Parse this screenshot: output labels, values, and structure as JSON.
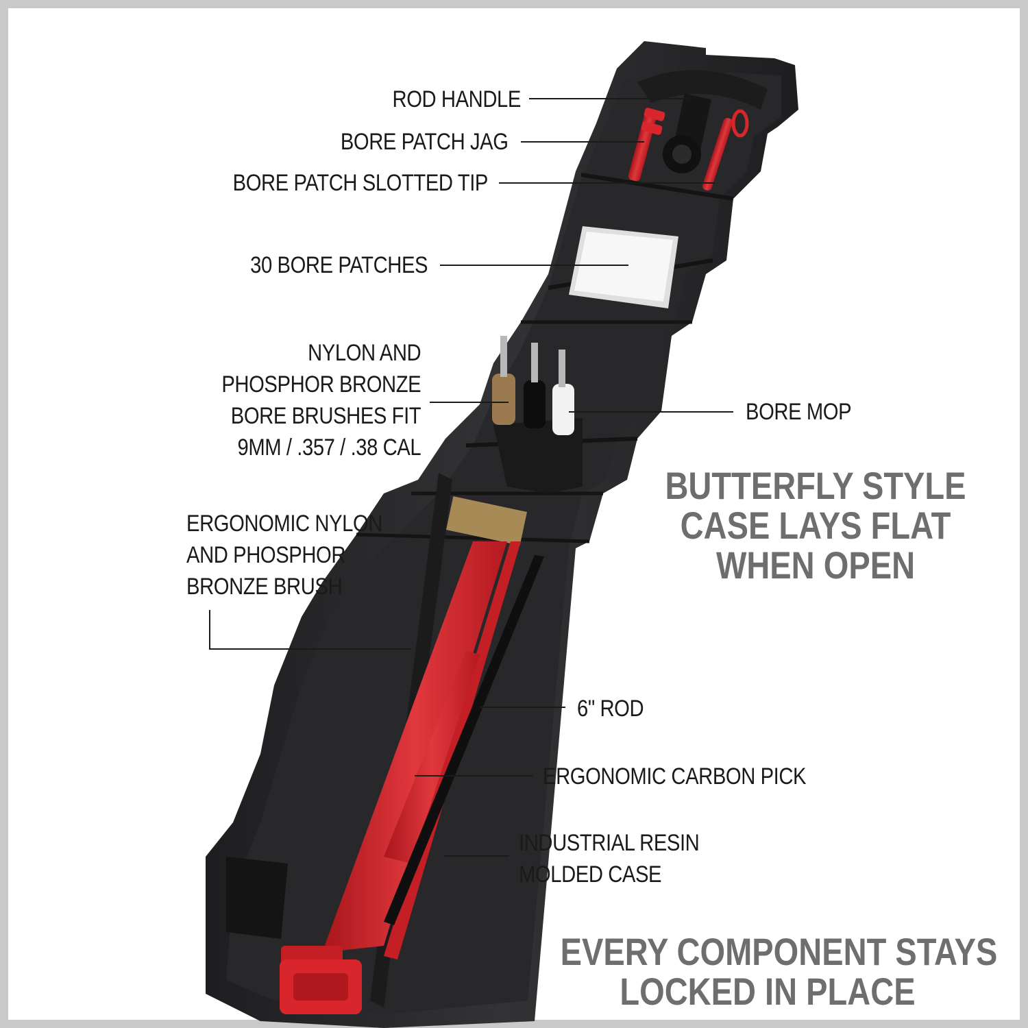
{
  "callouts": {
    "rod_handle": "ROD HANDLE",
    "bore_patch_jag": "BORE PATCH JAG",
    "bore_patch_slotted_tip": "BORE PATCH SLOTTED TIP",
    "bore_patches": "30 BORE PATCHES",
    "bore_brushes": [
      "NYLON AND",
      "PHOSPHOR BRONZE",
      "BORE BRUSHES FIT",
      "9MM / .357 / .38 CAL"
    ],
    "bore_mop": "BORE MOP",
    "ergonomic_brush": [
      "ERGONOMIC NYLON",
      "AND PHOSPHOR",
      "BRONZE BRUSH"
    ],
    "rod": "6\" ROD",
    "carbon_pick": "ERGONOMIC CARBON PICK",
    "case": [
      "INDUSTRIAL RESIN",
      "MOLDED CASE"
    ]
  },
  "headlines": {
    "butterfly": [
      "BUTTERFLY STYLE",
      "CASE LAYS FLAT",
      "WHEN OPEN"
    ],
    "locked": [
      "EVERY COMPONENT STAYS",
      "LOCKED IN PLACE"
    ]
  },
  "colors": {
    "case": "#2b2b2d",
    "accent_red": "#d8262c",
    "headline_gray": "#6d6e70",
    "frame_gray": "#c9c9c9"
  }
}
